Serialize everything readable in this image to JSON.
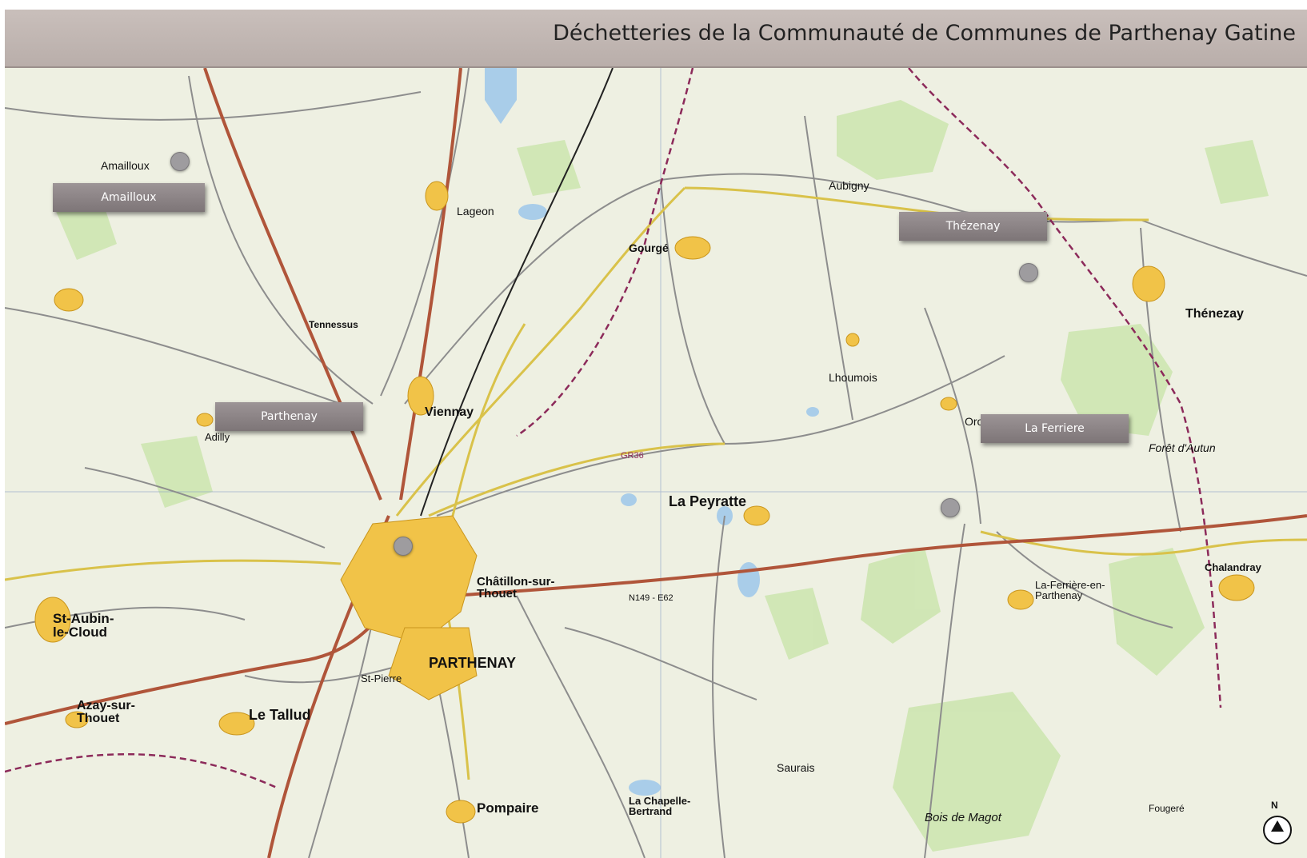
{
  "header": {
    "title": "Déchetteries de la Communauté de Communes de Parthenay Gatine"
  },
  "callouts": [
    {
      "label": "Amailloux"
    },
    {
      "label": "Parthenay"
    },
    {
      "label": "Thézenay"
    },
    {
      "label": "La Ferriere"
    }
  ],
  "places": {
    "parthenay": "PARTHENAY",
    "chatillon": "Châtillon-sur-Thouet",
    "la_peyratte": "La Peyratte",
    "viennay": "Viennay",
    "gourge": "Gourgé",
    "lageon": "Lageon",
    "thenezay": "Thénezay",
    "chalandray": "Chalandray",
    "la_ferriere_en_parthenay": "La-Ferrière-en-Parthenay",
    "le_tallud": "Le Tallud",
    "pompaire": "Pompaire",
    "la_chapelle_bertrand": "La Chapelle-Bertrand",
    "st_aubin_le_cloud": "St-Aubin-le-Cloud",
    "azay_sur_thouet": "Azay-sur-Thouet",
    "amailloux": "Amailloux",
    "adilly": "Adilly",
    "oroux": "Oroux",
    "aubigny": "Aubigny",
    "lhoumois": "Lhoumois",
    "saurais": "Saurais",
    "st_pierre": "St-Pierre",
    "tennessus": "Tennessus",
    "foret_autun": "Forêt d'Autun",
    "bois_de_magot": "Bois de Magot",
    "fougeret": "Fougeré",
    "la_ferriere_label": "La-Ferrière-en-Parthenay"
  },
  "roads": {
    "n149": "N149 - E62",
    "gr36": "GR36"
  },
  "compass": {
    "letter": "N"
  }
}
